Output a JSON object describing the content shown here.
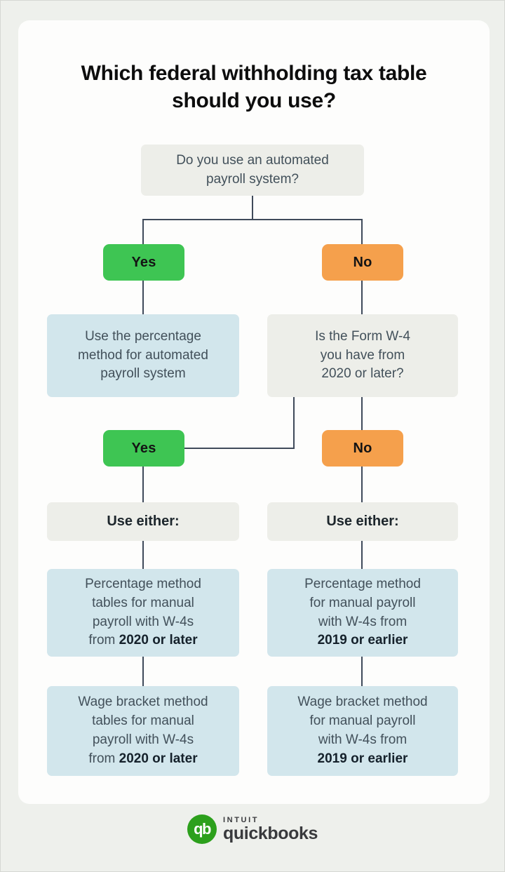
{
  "title": "Which federal withholding tax table should you use?",
  "colors": {
    "background": "#eef0ec",
    "card": "#fdfdfc",
    "box_gray": "#edeee9",
    "box_blue": "#d2e6ec",
    "yes_green": "#3ec553",
    "no_orange": "#f5a04c",
    "connector_line": "#3f4a5a",
    "body_text": "#42505a",
    "quickbooks_green": "#2ca01c"
  },
  "flowchart": {
    "question1": "Do you use an automated payroll system?",
    "branch1": {
      "yes": "Yes",
      "no": "No"
    },
    "yes_result": "Use the percentage method for automated payroll system",
    "question2": "Is the Form W-4 you have from 2020 or later?",
    "branch2": {
      "yes": "Yes",
      "no": "No"
    },
    "left_column": {
      "header": "Use either:",
      "options": [
        {
          "lines": [
            "Percentage method",
            "tables for manual",
            "payroll with W-4s"
          ],
          "last_prefix": "from ",
          "bold": "2020 or later"
        },
        {
          "lines": [
            "Wage bracket method",
            "tables for manual",
            "payroll with W-4s"
          ],
          "last_prefix": "from ",
          "bold": "2020 or later"
        }
      ]
    },
    "right_column": {
      "header": "Use either:",
      "options": [
        {
          "lines": [
            "Percentage method",
            "for manual payroll",
            "with W-4s from"
          ],
          "last_prefix": "",
          "bold": "2019 or earlier"
        },
        {
          "lines": [
            "Wage bracket method",
            "for manual payroll",
            "with W-4s from"
          ],
          "last_prefix": "",
          "bold": "2019 or earlier"
        }
      ]
    }
  },
  "footer": {
    "monogram": "qb",
    "brand_top": "INTUIT",
    "brand_bottom": "quickbooks"
  }
}
